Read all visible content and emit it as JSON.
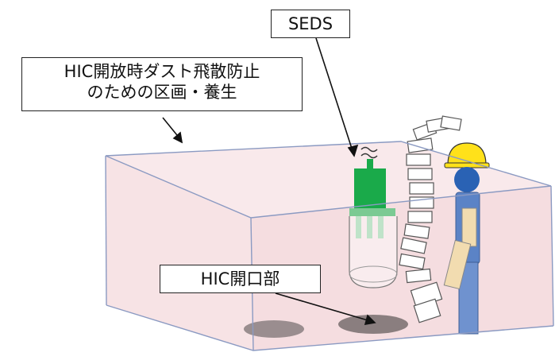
{
  "labels": {
    "seds": "SEDS",
    "dust_line1": "HIC開放時ダスト飛散防止",
    "dust_line2": "のための区画・養生",
    "hic_opening": "HIC開口部"
  },
  "colors": {
    "enclosure_fill": "#f5dde0",
    "enclosure_edge": "#8b9ac2",
    "seds_green": "#1aaa4a",
    "helmet_yellow": "#ffe11a",
    "worker_blue": "#5b83c6",
    "arm_beige": "#f2dcb0",
    "opening_gray": "#8a7f80"
  },
  "icons": [
    "worker-figure",
    "seds-device",
    "flexible-duct",
    "hic-opening",
    "squiggle"
  ]
}
